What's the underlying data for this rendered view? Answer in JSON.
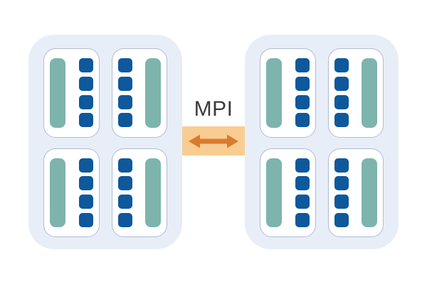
{
  "diagram": {
    "link_label": "MPI"
  },
  "colors": {
    "canvas_background": "#ffffff",
    "node_background": "#e8eef8",
    "socket_background": "#ffffff",
    "socket_border": "#b2bbd4",
    "core_blue": "#0e589c",
    "memory_teal": "#7db4ad",
    "link_background": "#f9cd92",
    "arrow_orange": "#d97b2d",
    "label_text": "#3b3b3b"
  },
  "nodes": [
    {
      "id": "node-left",
      "sockets": [
        {
          "bar_side": "left",
          "cores": 4
        },
        {
          "bar_side": "right",
          "cores": 4
        },
        {
          "bar_side": "left",
          "cores": 4
        },
        {
          "bar_side": "right",
          "cores": 4
        }
      ]
    },
    {
      "id": "node-right",
      "sockets": [
        {
          "bar_side": "left",
          "cores": 4
        },
        {
          "bar_side": "right",
          "cores": 4
        },
        {
          "bar_side": "left",
          "cores": 4
        },
        {
          "bar_side": "right",
          "cores": 4
        }
      ]
    }
  ]
}
